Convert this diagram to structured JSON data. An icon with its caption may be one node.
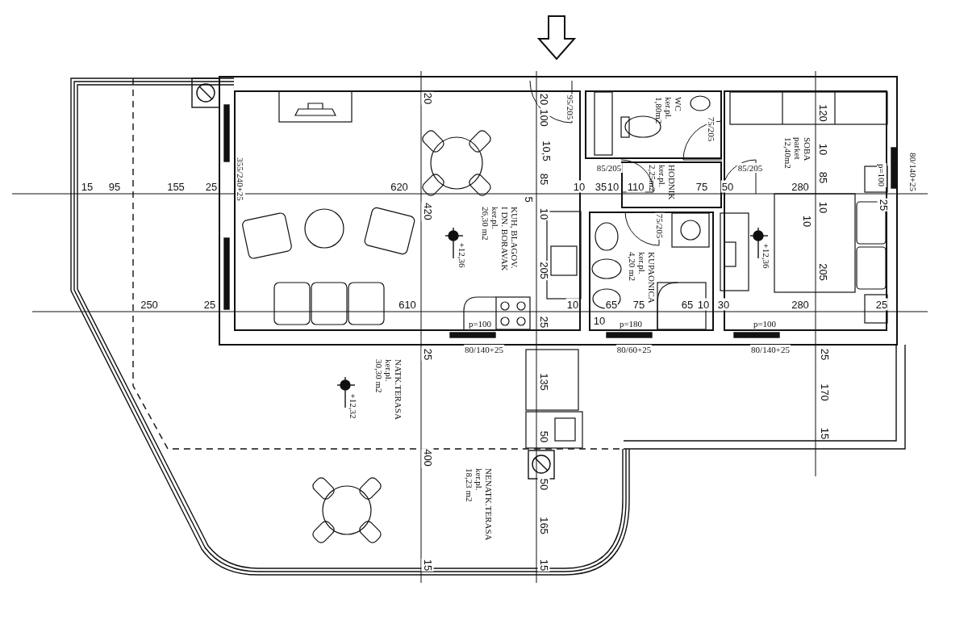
{
  "diagram": {
    "nodes": [
      {
        "text": [
          "KUH, BLAGOV.",
          "I DN. BORAVAK",
          "ker.pl.",
          "26,30 m2"
        ]
      },
      {
        "text": [
          "WC",
          "ker.pl.",
          "1,80m2"
        ]
      },
      {
        "text": [
          "HODNIK",
          "ker.pl.",
          "2,25m2"
        ]
      },
      {
        "text": [
          "KUPAONICA",
          "ker.pl.",
          "4,20 m2"
        ]
      },
      {
        "text": [
          "SOBA",
          "parket",
          "12,40m2"
        ]
      },
      {
        "text": [
          "NATK.TERASA",
          "ker.pl.",
          "30,30 m2"
        ]
      },
      {
        "text": [
          "NENATK.TERASA",
          "ker.pl.",
          "18,23 m2"
        ]
      }
    ],
    "labels": [
      "15",
      "95",
      "155",
      "25",
      "355/240+25",
      "620",
      "20",
      "20",
      "100",
      "95/205",
      "75/205",
      "120",
      "10,5",
      "10",
      "85/205",
      "85/205",
      "80/140+25",
      "p=100",
      "85",
      "85",
      "10",
      "35",
      "10",
      "110",
      "75",
      "50",
      "280",
      "5",
      "25",
      "420",
      "10",
      "10",
      "10",
      "75/205",
      "+12,36",
      "+12,36",
      "205",
      "205",
      "250",
      "25",
      "610",
      "10",
      "65",
      "75",
      "65",
      "10",
      "30",
      "280",
      "25",
      "10",
      "p=100",
      "25",
      "p=180",
      "p=100",
      "80/140+25",
      "80/60+25",
      "80/140+25",
      "25",
      "25",
      "135",
      "170",
      "+12,32",
      "50",
      "15",
      "400",
      "50",
      "165",
      "15",
      "15"
    ]
  }
}
